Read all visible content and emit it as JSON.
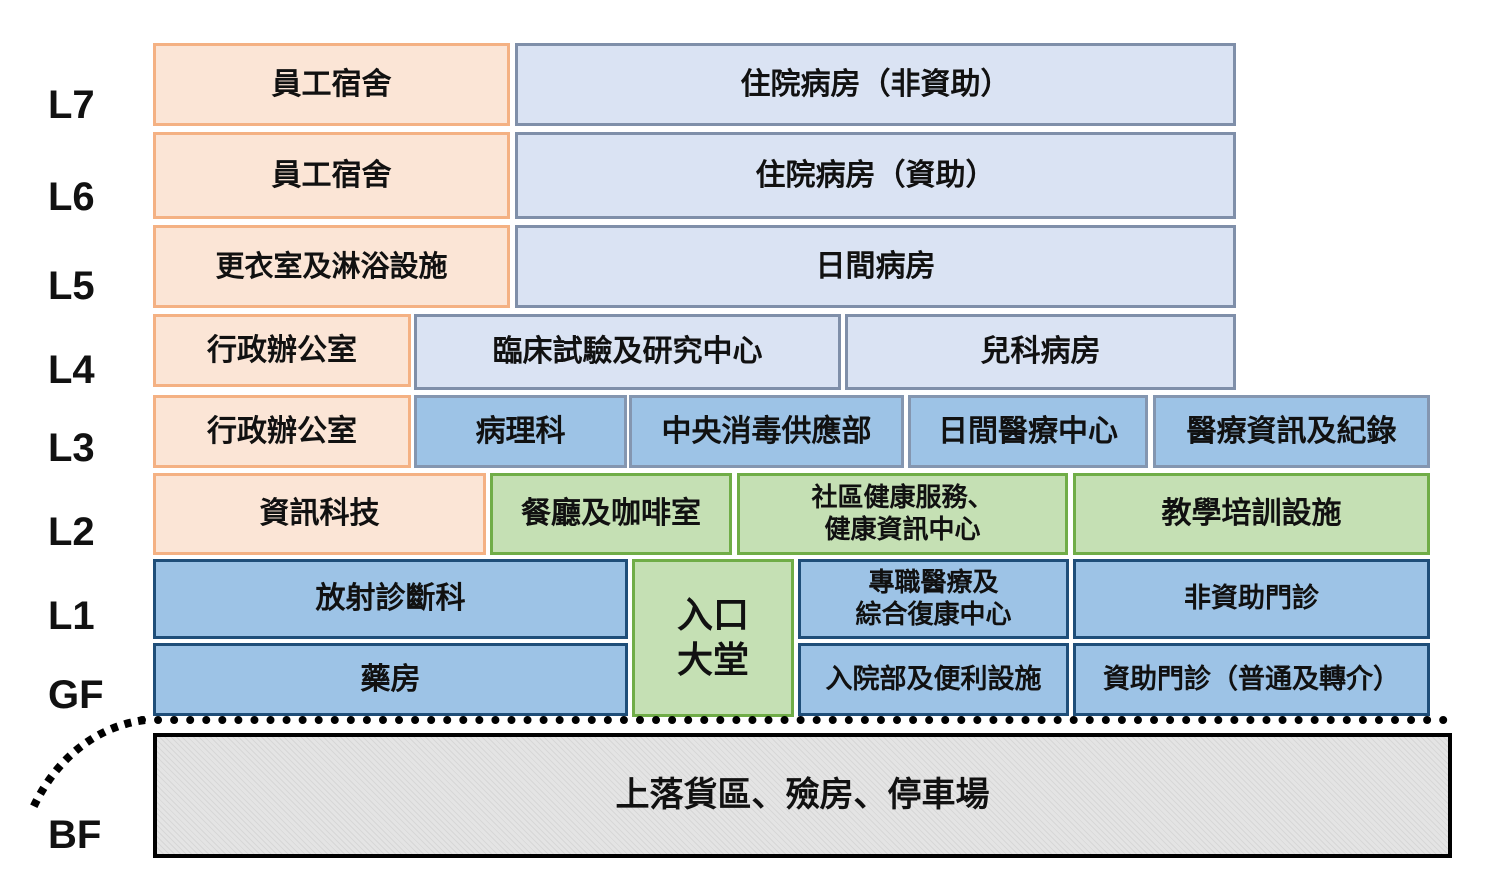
{
  "floors": {
    "l7": "L7",
    "l6": "L6",
    "l5": "L5",
    "l4": "L4",
    "l3": "L3",
    "l2": "L2",
    "l1": "L1",
    "gf": "GF",
    "bf": "BF"
  },
  "l7": {
    "staff": "員工宿舍",
    "ward": "住院病房（非資助）"
  },
  "l6": {
    "staff": "員工宿舍",
    "ward": "住院病房（資助）"
  },
  "l5": {
    "staff": "更衣室及淋浴設施",
    "ward": "日間病房"
  },
  "l4": {
    "admin": "行政辦公室",
    "research": "臨床試驗及研究中心",
    "paediatric": "兒科病房"
  },
  "l3": {
    "admin": "行政辦公室",
    "pathology": "病理科",
    "cssd": "中央消毒供應部",
    "day_centre": "日間醫療中心",
    "records": "醫療資訊及紀錄"
  },
  "l2": {
    "it": "資訊科技",
    "cafe": "餐廳及咖啡室",
    "community": "社區健康服務、\n健康資訊中心",
    "training": "教學培訓設施"
  },
  "l1": {
    "radiology": "放射診斷科",
    "lobby": "入口\n大堂",
    "allied": "專職醫療及\n綜合復康中心",
    "private_clinic": "非資助門診"
  },
  "gf": {
    "pharmacy": "藥房",
    "admission": "入院部及便利設施",
    "public_clinic": "資助門診（普通及轉介）"
  },
  "bf": {
    "services": "上落貨區、殮房、停車場"
  },
  "colors": {
    "staff_fill": "#fbe5d6",
    "staff_border": "#f4b183",
    "ward_fill": "#dae3f3",
    "ward_border": "#7f8fa9",
    "clinical_fill": "#9dc3e6",
    "clinical_border": "#1f4e79",
    "public_fill": "#c5e0b4",
    "public_border": "#70ad47",
    "basement_fill": "#e4e4e4"
  }
}
